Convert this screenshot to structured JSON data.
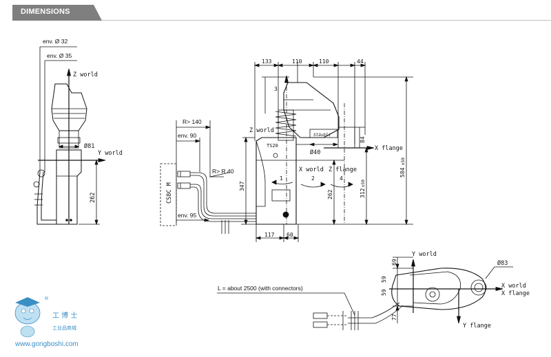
{
  "header": {
    "title": "DIMENSIONS"
  },
  "side_view": {
    "env_32": "env. Ø 32",
    "env_35": "env. Ø 35",
    "z_world": "Z world",
    "y_world": "Y world",
    "dia_81": "Ø81",
    "h_262": "262"
  },
  "cable_view": {
    "r140": "R> 140",
    "env90": "env. 90",
    "r40": "R> R 40",
    "env95": "env. 95",
    "cs8c": "CS8C M"
  },
  "front_view": {
    "d133": "133",
    "d110a": "110",
    "d110b": "110",
    "d44": "44",
    "d3": "3",
    "z_world": "Z world",
    "x_flange": "X flange",
    "dia_40": "Ø40",
    "x_world": "X world",
    "z_flange": "Z flange",
    "d84": "84",
    "d347": "347",
    "d262": "262",
    "d312": "312",
    "tol312": "±50",
    "d584": "584",
    "tol584": "±50",
    "d117": "117",
    "d60": "60",
    "ax1": "1",
    "ax2": "2",
    "ax4": "4",
    "ts20": "TS20",
    "brand": "Stäubli"
  },
  "top_view": {
    "y_world": "Y world",
    "x_world": "X world",
    "x_flange": "X flange",
    "y_flange": "Y flange",
    "dia_83": "Ø83",
    "d69": "69",
    "d59a": "59",
    "d59b": "59",
    "d77": "77",
    "cable_len": "L = about 2500 (with connectors)"
  },
  "watermark": {
    "cn_name": "工 博 士",
    "cn_sub": "工业品商城",
    "url": "www.gongboshi.com",
    "reg": "®"
  }
}
